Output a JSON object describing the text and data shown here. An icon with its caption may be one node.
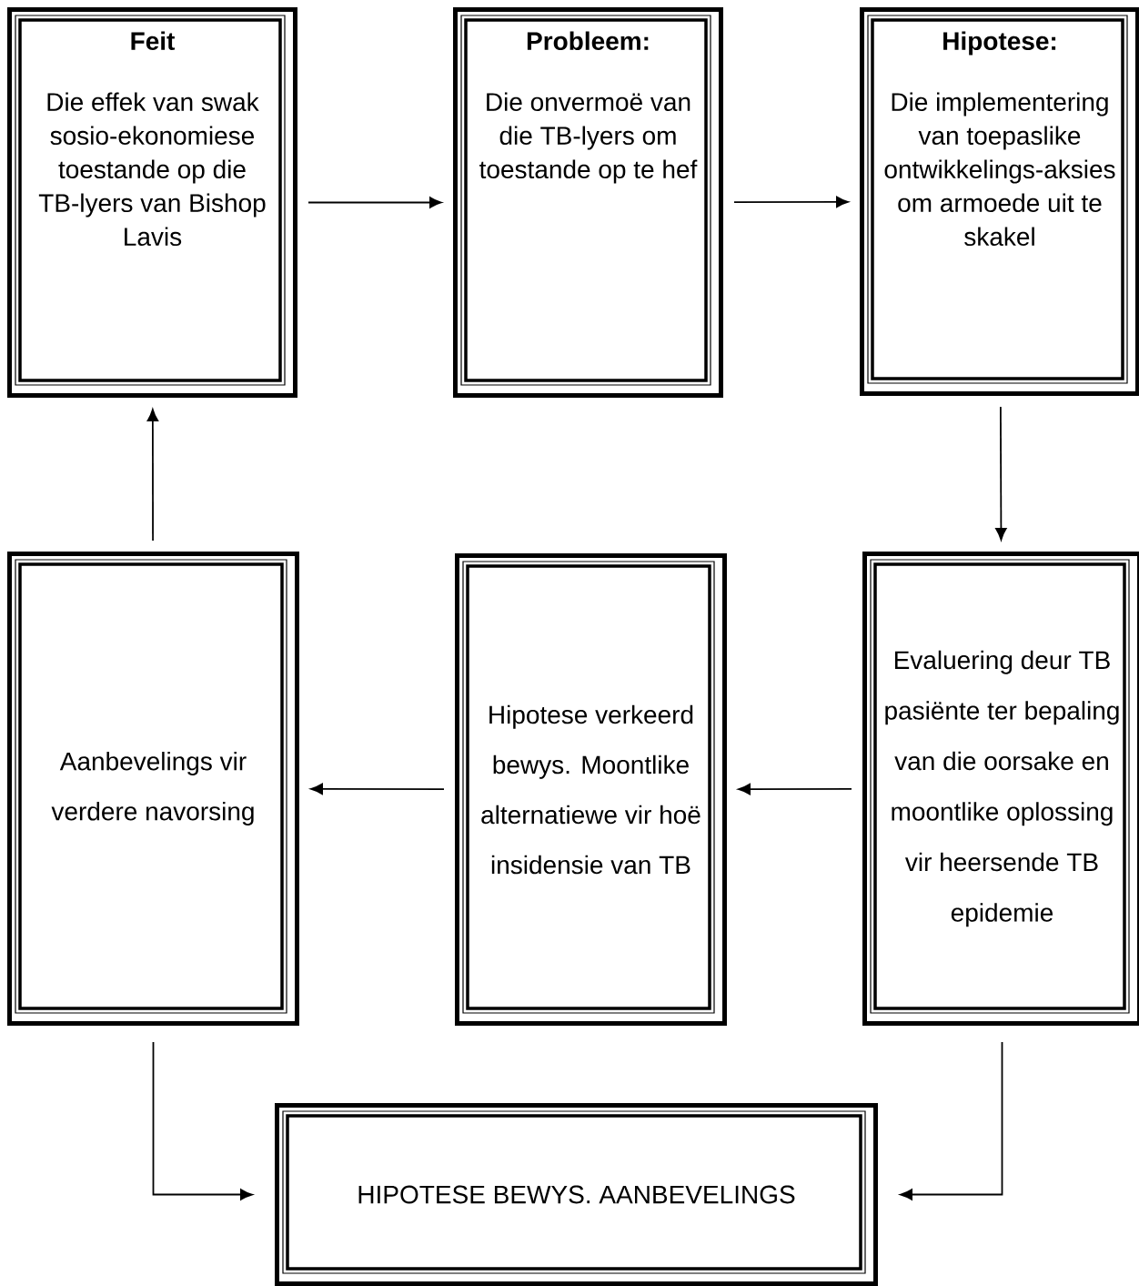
{
  "diagram": {
    "nodes": [
      {
        "text": [
          "Feit",
          "Die effek van swak sosio-ekonomiese toestande op die TB-lyers van Bishop Lavis"
        ]
      },
      {
        "text": [
          "Probleem:",
          "Die onvermoë van die TB-lyers om toestande op te hef"
        ]
      },
      {
        "text": [
          "Hipotese:",
          "Die implementering van toepaslike ontwikkelings-aksies om armoede uit te skakel"
        ]
      },
      {
        "text": [
          "Evaluering deur TB pasiënte ter bepaling van die oorsake en moontlike oplossing vir heersende TB epidemie"
        ]
      },
      {
        "text": [
          "Hipotese verkeerd bewys. Moontlike alternatiewe vir hoë insidensie van TB"
        ]
      },
      {
        "text": [
          "Aanbevelings vir verdere navorsing"
        ]
      },
      {
        "text": [
          "HIPOTESE BEWYS. AANBEVELINGS"
        ]
      }
    ],
    "edges": [
      {
        "from": 0,
        "to": 1,
        "arrow": "to"
      },
      {
        "from": 1,
        "to": 2,
        "arrow": "to"
      },
      {
        "from": 2,
        "to": 3,
        "arrow": "to"
      },
      {
        "from": 3,
        "to": 4,
        "arrow": "to"
      },
      {
        "from": 4,
        "to": 5,
        "arrow": "to"
      },
      {
        "from": 5,
        "to": 0,
        "arrow": "to"
      },
      {
        "from": 5,
        "to": 6,
        "arrow": "to"
      },
      {
        "from": 3,
        "to": 6,
        "arrow": "to"
      }
    ]
  }
}
